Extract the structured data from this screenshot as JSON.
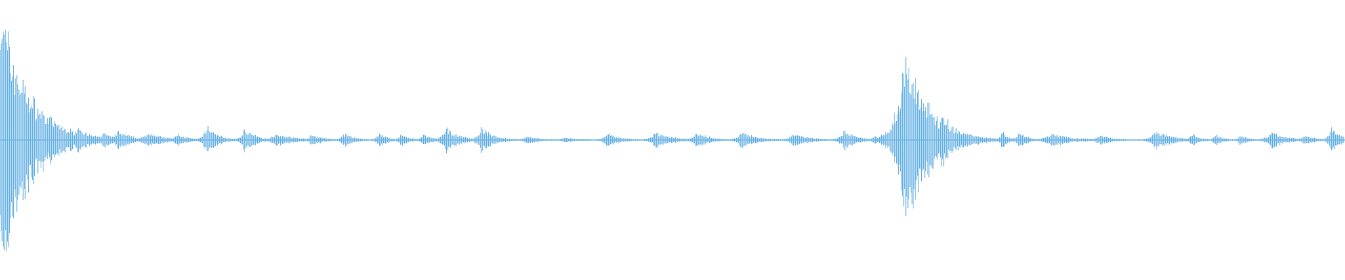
{
  "waveform": {
    "color": "#5faee3",
    "background": "#ffffff",
    "duration_fraction_note": "",
    "baseline_level": 0.02,
    "bursts": [
      {
        "t": 0.0,
        "amp": 0.52,
        "decay": 0.02
      },
      {
        "t": 0.03,
        "amp": 0.12,
        "decay": 0.012
      },
      {
        "t": 0.058,
        "amp": 0.06,
        "decay": 0.008
      },
      {
        "t": 0.077,
        "amp": 0.03,
        "decay": 0.008
      },
      {
        "t": 0.088,
        "amp": 0.035,
        "decay": 0.01
      },
      {
        "t": 0.11,
        "amp": 0.03,
        "decay": 0.012
      },
      {
        "t": 0.132,
        "amp": 0.025,
        "decay": 0.008
      },
      {
        "t": 0.154,
        "amp": 0.055,
        "decay": 0.008
      },
      {
        "t": 0.182,
        "amp": 0.045,
        "decay": 0.008
      },
      {
        "t": 0.205,
        "amp": 0.025,
        "decay": 0.014
      },
      {
        "t": 0.232,
        "amp": 0.02,
        "decay": 0.01
      },
      {
        "t": 0.256,
        "amp": 0.025,
        "decay": 0.008
      },
      {
        "t": 0.282,
        "amp": 0.03,
        "decay": 0.006
      },
      {
        "t": 0.298,
        "amp": 0.025,
        "decay": 0.006
      },
      {
        "t": 0.315,
        "amp": 0.02,
        "decay": 0.008
      },
      {
        "t": 0.332,
        "amp": 0.045,
        "decay": 0.01
      },
      {
        "t": 0.358,
        "amp": 0.045,
        "decay": 0.01
      },
      {
        "t": 0.392,
        "amp": 0.015,
        "decay": 0.01
      },
      {
        "t": 0.42,
        "amp": 0.01,
        "decay": 0.01
      },
      {
        "t": 0.452,
        "amp": 0.025,
        "decay": 0.01
      },
      {
        "t": 0.488,
        "amp": 0.03,
        "decay": 0.012
      },
      {
        "t": 0.518,
        "amp": 0.03,
        "decay": 0.01
      },
      {
        "t": 0.552,
        "amp": 0.03,
        "decay": 0.012
      },
      {
        "t": 0.59,
        "amp": 0.025,
        "decay": 0.012
      },
      {
        "t": 0.628,
        "amp": 0.035,
        "decay": 0.01
      },
      {
        "t": 0.65,
        "amp": 0.015,
        "decay": 0.008
      },
      {
        "t": 0.673,
        "amp": 0.32,
        "decay": 0.018
      },
      {
        "t": 0.7,
        "amp": 0.1,
        "decay": 0.012
      },
      {
        "t": 0.725,
        "amp": 0.02,
        "decay": 0.006
      },
      {
        "t": 0.745,
        "amp": 0.03,
        "decay": 0.006
      },
      {
        "t": 0.758,
        "amp": 0.035,
        "decay": 0.006
      },
      {
        "t": 0.782,
        "amp": 0.025,
        "decay": 0.016
      },
      {
        "t": 0.818,
        "amp": 0.02,
        "decay": 0.01
      },
      {
        "t": 0.86,
        "amp": 0.035,
        "decay": 0.012
      },
      {
        "t": 0.886,
        "amp": 0.025,
        "decay": 0.006
      },
      {
        "t": 0.904,
        "amp": 0.02,
        "decay": 0.006
      },
      {
        "t": 0.922,
        "amp": 0.02,
        "decay": 0.006
      },
      {
        "t": 0.945,
        "amp": 0.03,
        "decay": 0.012
      },
      {
        "t": 0.97,
        "amp": 0.02,
        "decay": 0.008
      },
      {
        "t": 0.99,
        "amp": 0.045,
        "decay": 0.008
      }
    ]
  }
}
